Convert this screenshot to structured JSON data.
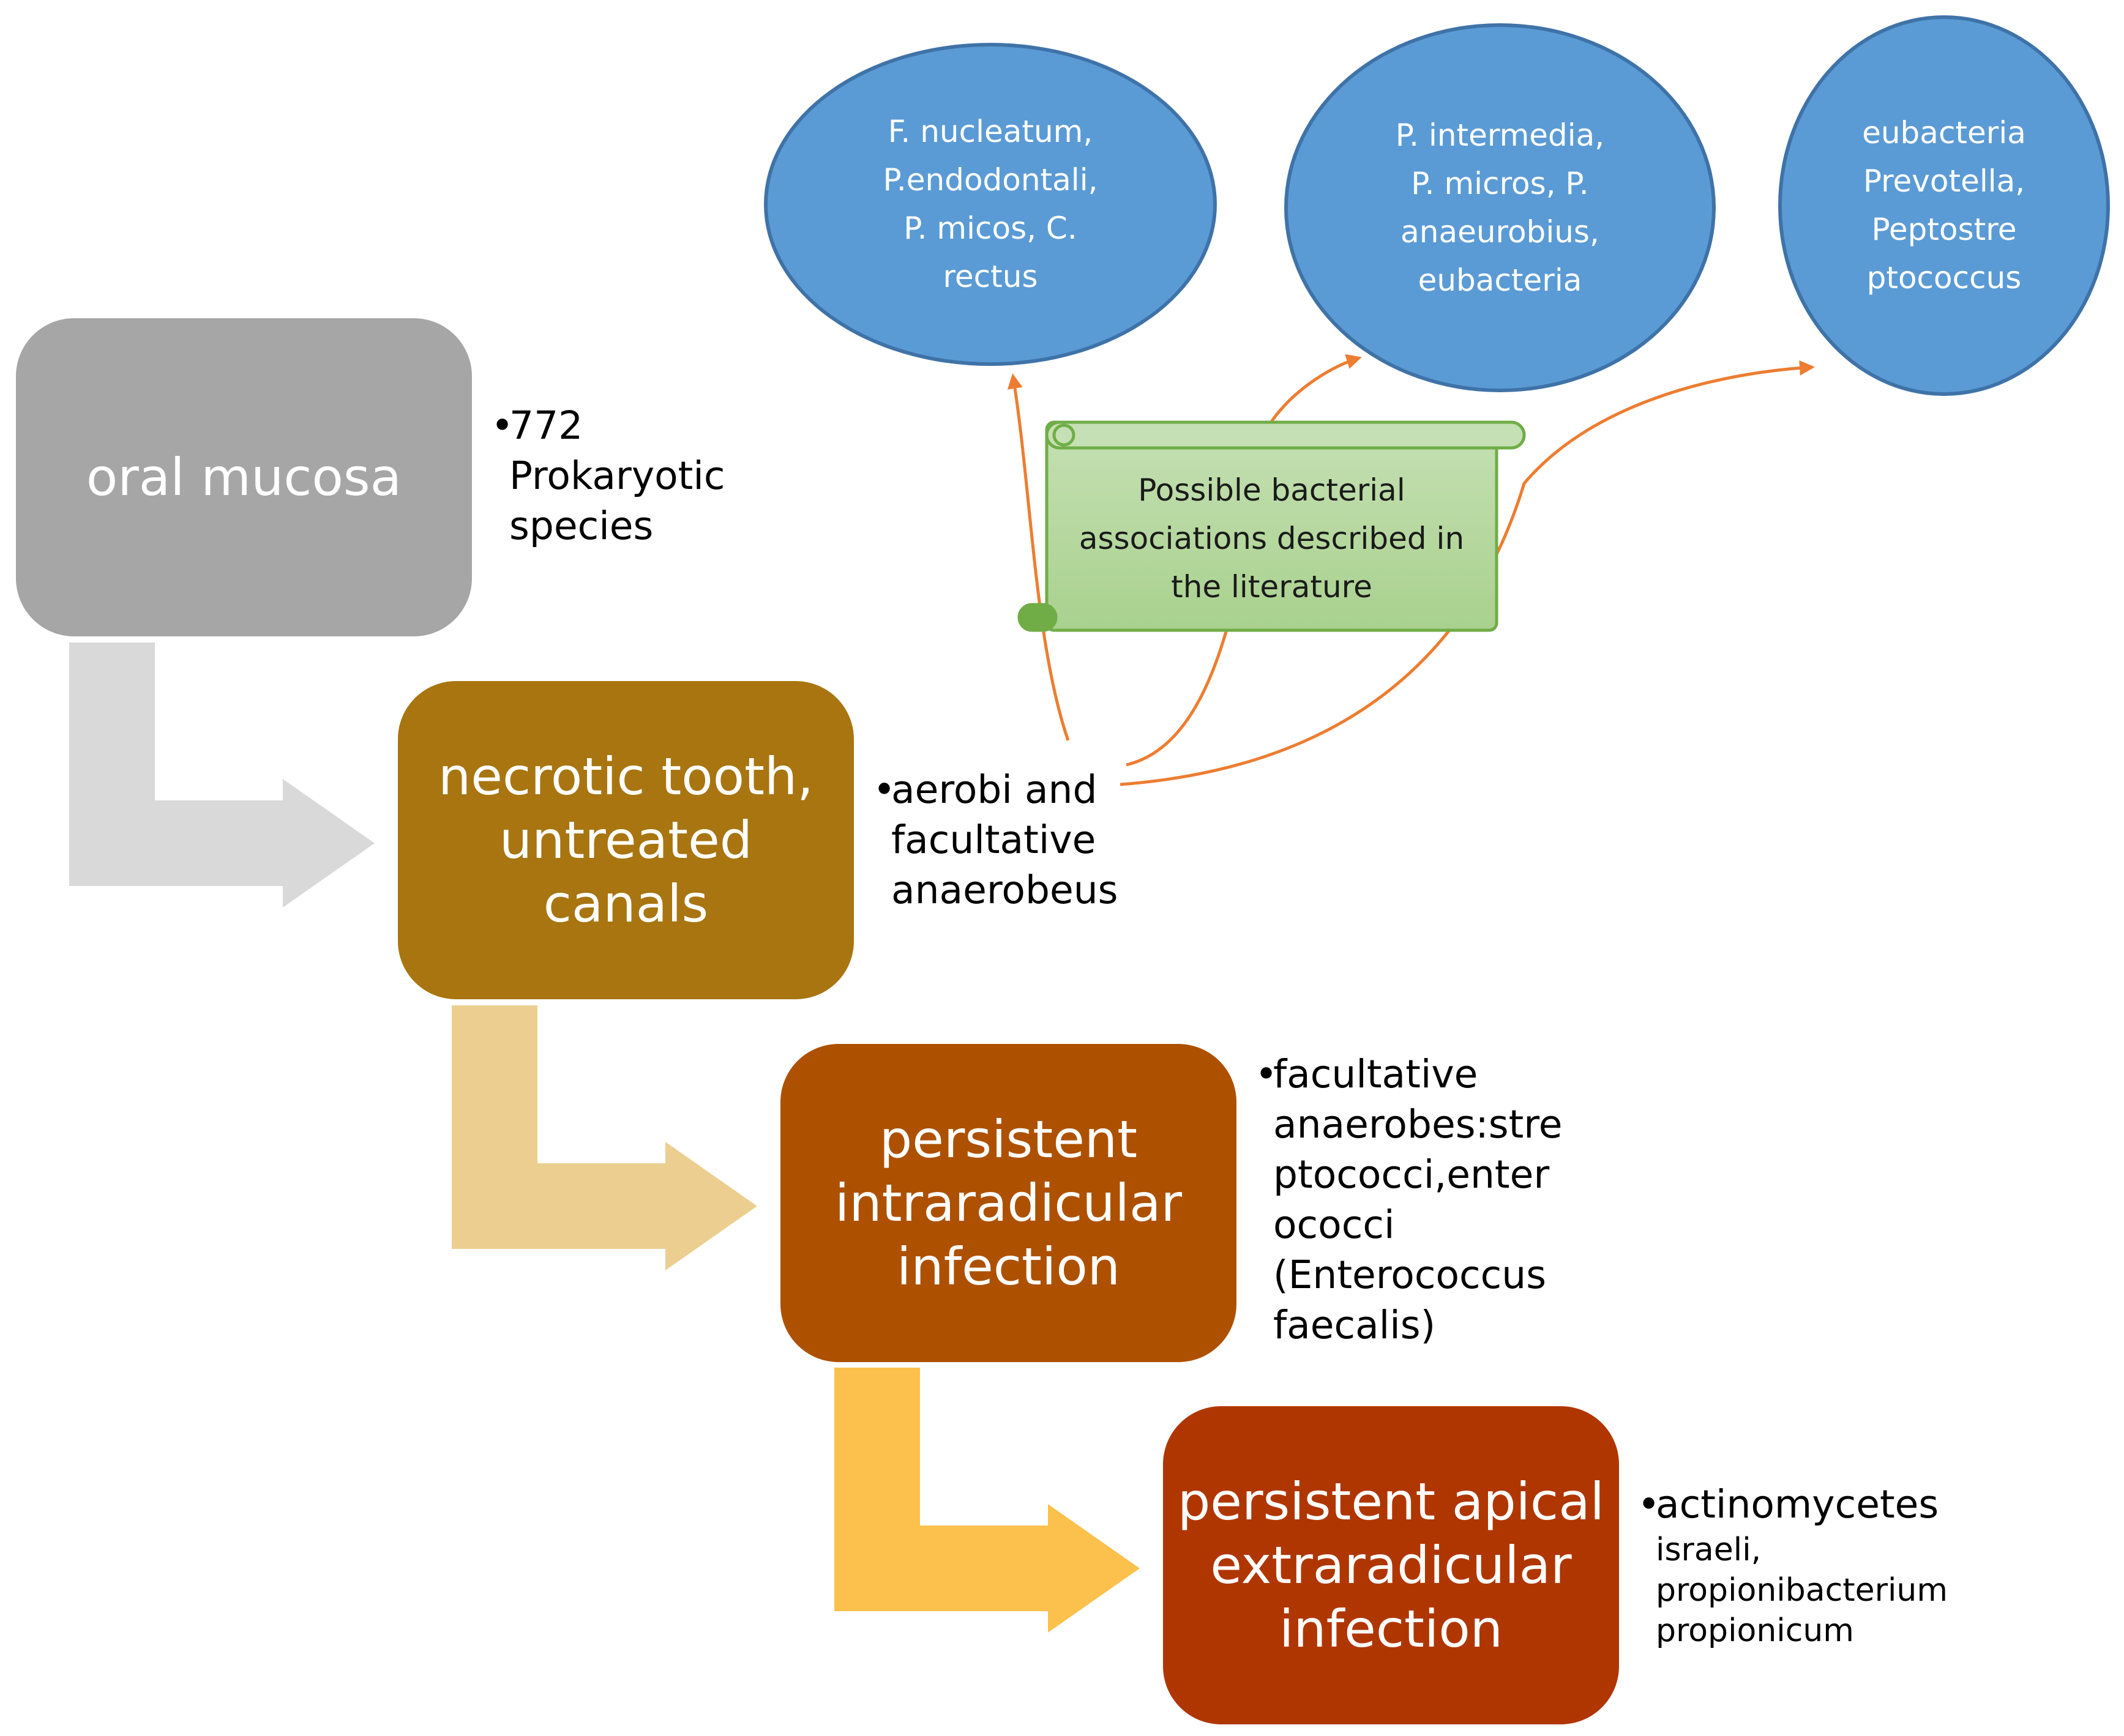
{
  "stages": [
    {
      "label": "oral mucosa",
      "color": "#a6a6a6"
    },
    {
      "label": "necrotic tooth,\nuntreated\ncanals",
      "color": "#a87510"
    },
    {
      "label": "persistent\nintraradicular\ninfection",
      "color": "#ad5100"
    },
    {
      "label": "persistent apical\nextraradicular\ninfection",
      "color": "#b03600"
    }
  ],
  "notes": {
    "oral": {
      "bullet": "•",
      "text": "772\nProkaryotic\nspecies"
    },
    "necrotic": {
      "bullet": "•",
      "text": "aerobi and\nfacultative\nanaerobeus"
    },
    "intra": {
      "bullet": "•",
      "text": "facultative\nanaerobes:stre\nptococci,enter\nococci\n(Enterococcus\nfaecalis)"
    },
    "apical": {
      "bullet": "•",
      "main": "actinomycetes",
      "sub": "israeli,\npropionibacterium\npropionicum"
    }
  },
  "associations": [
    {
      "text": "F. nucleatum,\nP.endodontali,\nP. micos,  C.\nrectus"
    },
    {
      "text": "P. intermedia,\nP. micros, P.\nanaeurobius,\neubacteria"
    },
    {
      "text": "eubacteria\nPrevotella,\nPeptostre\nptococcus"
    }
  ],
  "scroll_label": "Possible bacterial\nassociations described in\nthe literature",
  "colors": {
    "arrow_1": "#d9d9d9",
    "arrow_2": "#eccf90",
    "arrow_3": "#fcc14c",
    "connector": "#ed7d31",
    "ellipse_fill": "#5b9bd5",
    "ellipse_border": "#3f73a8",
    "scroll_fill": "#a9d18e",
    "scroll_border": "#70ad47"
  }
}
